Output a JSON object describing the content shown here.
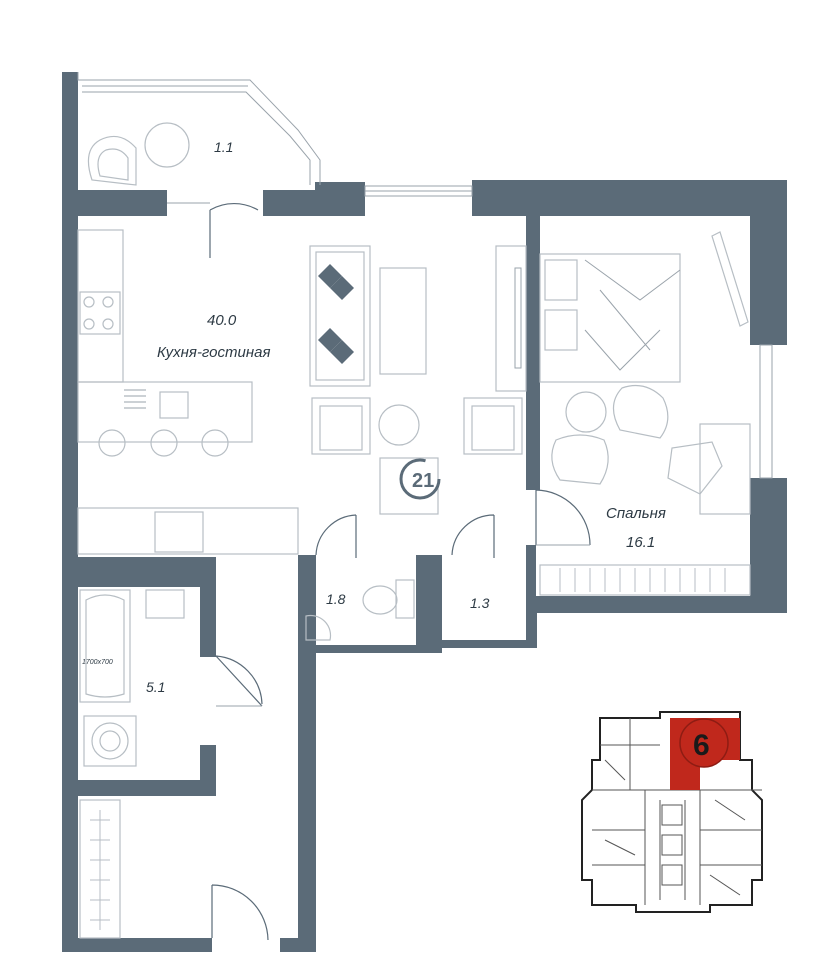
{
  "plan": {
    "rooms": [
      {
        "id": "balcony",
        "area": "1.1",
        "name": ""
      },
      {
        "id": "kitchen-living",
        "area": "40.0",
        "name": "Кухня-гостиная"
      },
      {
        "id": "bedroom",
        "area": "16.1",
        "name": "Спальня"
      },
      {
        "id": "wc",
        "area": "1.8",
        "name": ""
      },
      {
        "id": "storage",
        "area": "1.3",
        "name": ""
      },
      {
        "id": "bathroom",
        "area": "5.1",
        "name": ""
      }
    ],
    "bathtub_size": "1700x700",
    "logo_number": "21"
  },
  "key_plan": {
    "apartment_number": "6",
    "highlight_color": "#c0281c"
  },
  "colors": {
    "wall": "#5b6b78",
    "highlight": "#c0281c"
  }
}
